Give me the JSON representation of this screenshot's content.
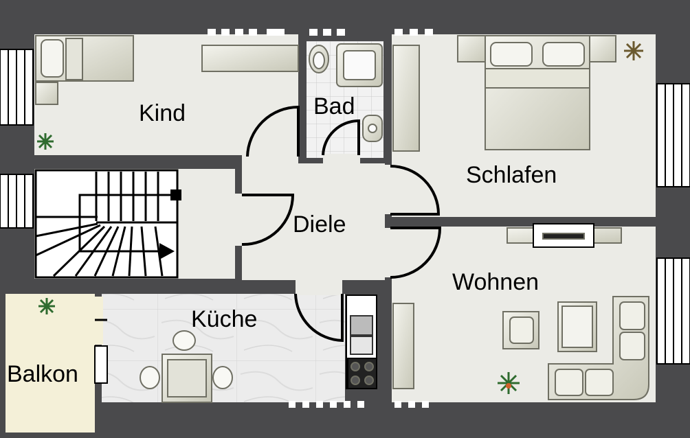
{
  "rooms": {
    "kind": "Kind",
    "bad": "Bad",
    "schlafen": "Schlafen",
    "diele": "Diele",
    "wohnen": "Wohnen",
    "kueche": "Küche",
    "balkon": "Balkon"
  },
  "colors": {
    "wall": "#4a4a4c",
    "floor": "#ebebe6",
    "balcony": "#f4f0d8",
    "tile": "#e6e6e6",
    "furniture": "#dcdccf",
    "furniture_edge": "#6f6f63",
    "plant": "#2f6b2f"
  },
  "icons": [
    "bed-icon",
    "sofa-icon",
    "table-icon",
    "chair-icon",
    "toilet-icon",
    "shower-icon",
    "sink-icon",
    "stove-icon",
    "tv-icon",
    "plant-icon",
    "stair-arrow-icon"
  ]
}
